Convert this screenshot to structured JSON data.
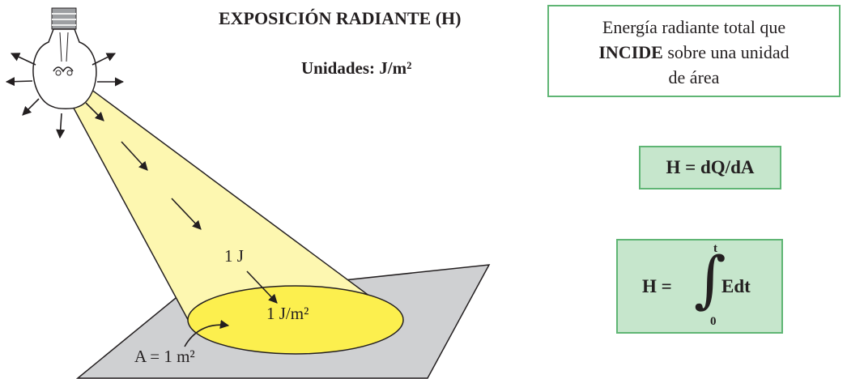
{
  "title": "EXPOSICIÓN RADIANTE (H)",
  "units": "Unidades: J/m²",
  "definition": {
    "line1": "Energía radiante total que",
    "strong": "INCIDE",
    "line2_rest": " sobre una unidad",
    "line3": "de área"
  },
  "formula1": "H = dQ/dA",
  "formula2": {
    "lhs": "H =",
    "integral_sign": "∫",
    "upper_limit": "t",
    "lower_limit": "0",
    "integrand": "Edt"
  },
  "labels": {
    "energy": "1 J",
    "exposure": "1 J/m²",
    "area": "A = 1 m²"
  },
  "colors": {
    "beam": "#fdf7b0",
    "spot": "#fcef4e",
    "plane": "#cfd0d2",
    "box_border": "#5fb574",
    "box_fill": "#c6e6cc"
  }
}
